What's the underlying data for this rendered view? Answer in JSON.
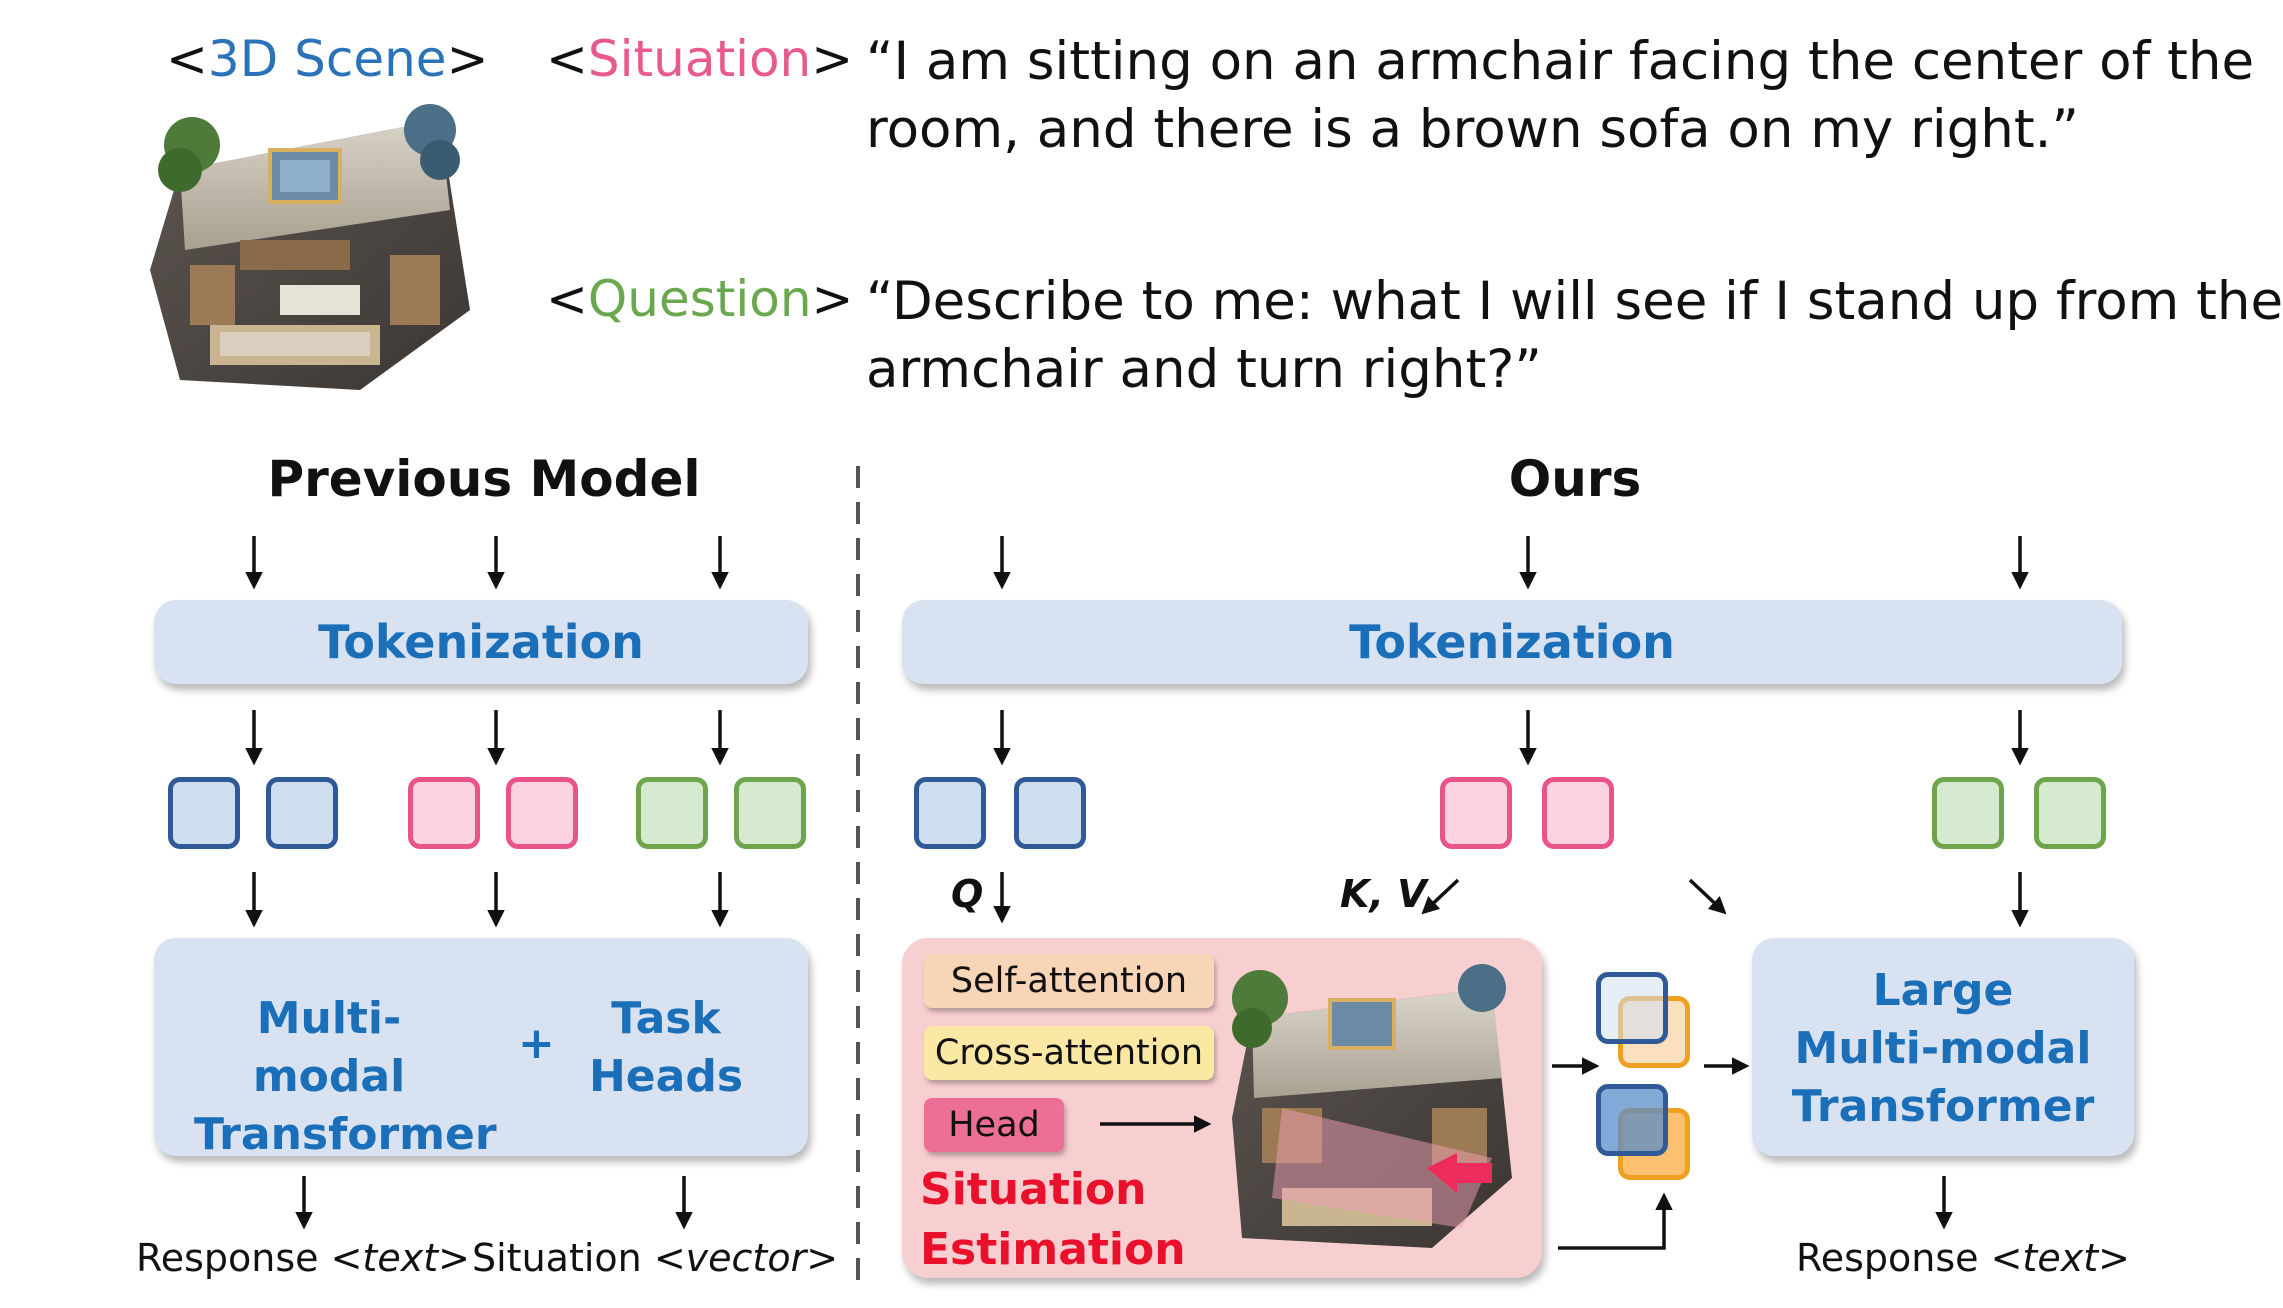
{
  "colors": {
    "scene": "#2a73b8",
    "situation": "#e85a8e",
    "question": "#6aa84f",
    "panel_bg": "#d8e2f1",
    "accent_blue": "#1b6fb9",
    "estimation_red": "#e8102a"
  },
  "top": {
    "scene_tag_open": "<",
    "scene_tag_word": "3D Scene",
    "scene_tag_close": ">",
    "situation_tag_open": "<",
    "situation_tag_word": "Situation",
    "situation_tag_close": ">",
    "situation_line1": "“I am sitting on an armchair facing the center of the",
    "situation_line2": "room, and there is a brown sofa on my right.”",
    "question_tag_open": "<",
    "question_tag_word": "Question",
    "question_tag_close": ">",
    "question_line1": "“Describe to me: what I will see if I stand up from the",
    "question_line2": "armchair and turn right?”"
  },
  "previous": {
    "title": "Previous Model",
    "tokenization": "Tokenization",
    "transformer_line1": "Multi-modal",
    "transformer_line2": "Transformer",
    "plus": "+",
    "heads_line1": "Task",
    "heads_line2": "Heads",
    "response_prefix": "Response ",
    "response_type": "<text>",
    "situation_prefix": "Situation ",
    "situation_type": "<vector>"
  },
  "ours": {
    "title": "Ours",
    "tokenization": "Tokenization",
    "q_label": "Q",
    "kv_label": "K, V",
    "self_attention": "Self-attention",
    "cross_attention": "Cross-attention",
    "head": "Head",
    "estimation_line1": "Situation",
    "estimation_line2": "Estimation",
    "llm_line1": "Large",
    "llm_line2": "Multi-modal",
    "llm_line3": "Transformer",
    "response_prefix": "Response ",
    "response_type": "<text>"
  }
}
